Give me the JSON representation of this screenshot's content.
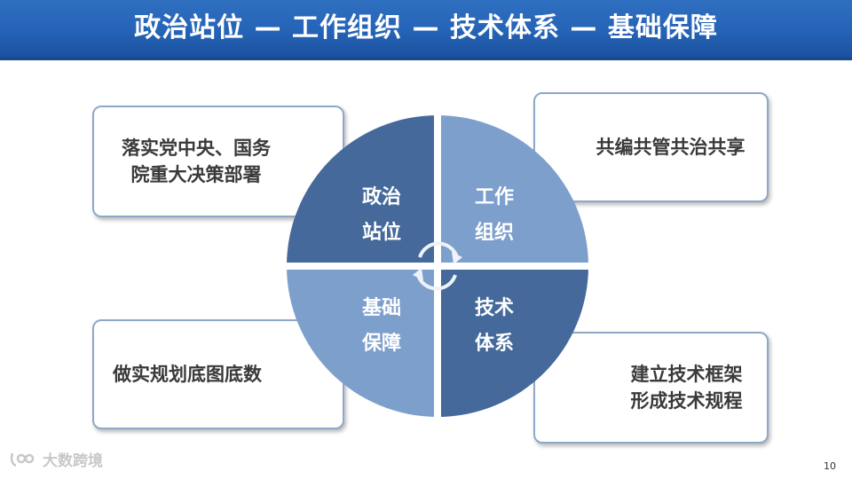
{
  "title": "政治站位 — 工作组织 — 技术体系 — 基础保障",
  "quadrants": {
    "top_left": {
      "line1": "政治",
      "line2": "站位"
    },
    "top_right": {
      "line1": "工作",
      "line2": "组织"
    },
    "bottom_left": {
      "line1": "基础",
      "line2": "保障"
    },
    "bottom_right": {
      "line1": "技术",
      "line2": "体系"
    }
  },
  "boxes": {
    "top_left": {
      "line1": "落实党中央、国务",
      "line2": "院重大决策部署"
    },
    "top_right": {
      "line1": "共编共管共治共享"
    },
    "bottom_left": {
      "line1": "做实规划底图底数"
    },
    "bottom_right": {
      "line1": "建立技术框架",
      "line2": "形成技术规程"
    }
  },
  "colors": {
    "title_bar": "#2563b6",
    "quadrant_dark": "#44699a",
    "quadrant_light": "#7d9fcc",
    "box_border": "#8fa8c8"
  },
  "icons": {
    "center": "cycle-arrows-icon",
    "watermark": "watermark-logo-icon"
  },
  "watermark": "大数跨境",
  "page_number": "10"
}
